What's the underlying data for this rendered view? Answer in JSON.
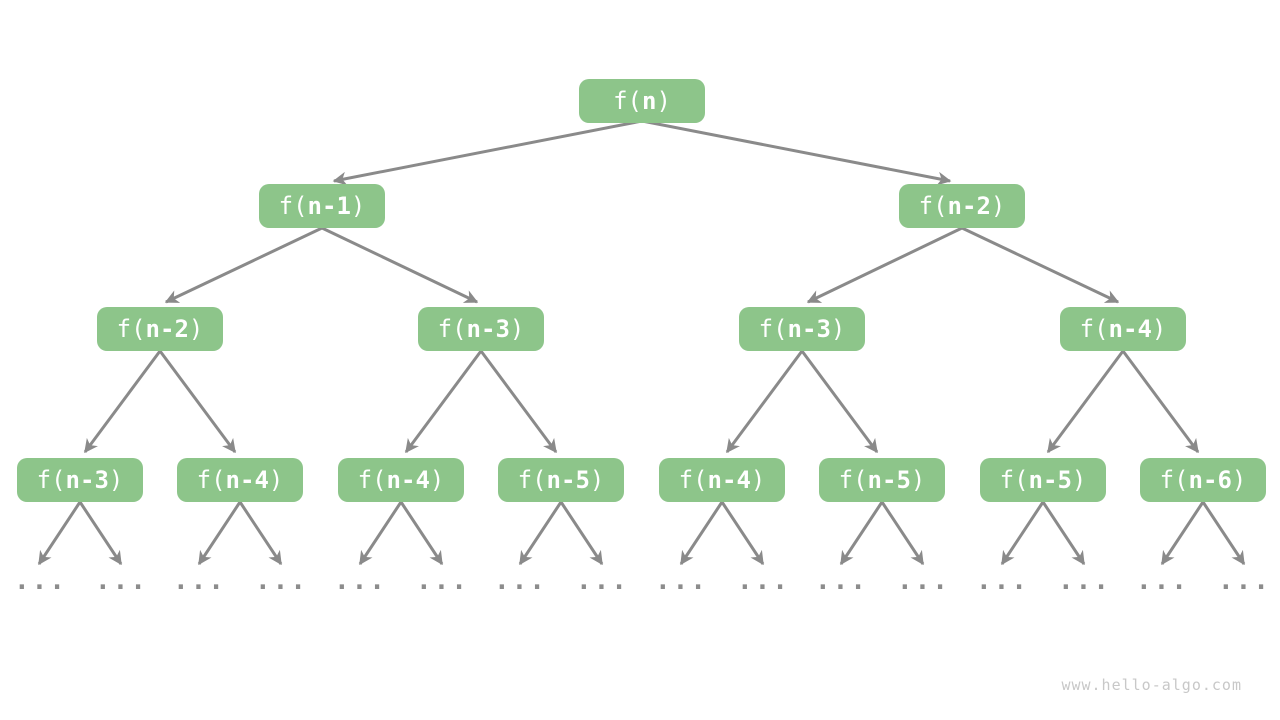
{
  "diagram": {
    "watermark": "www.hello-algo.com",
    "ellipsis": "...",
    "colors": {
      "node_fill": "#8DC58A",
      "node_text": "#FFFFFF",
      "arrow": "#8A8A8A",
      "ellipsis": "#8C8C8C",
      "watermark": "#C8C8C8",
      "background": "#FFFFFF"
    }
  },
  "nodes": [
    {
      "pre": "f(",
      "arg": "n",
      "post": ")"
    },
    {
      "pre": "f(",
      "arg": "n-1",
      "post": ")"
    },
    {
      "pre": "f(",
      "arg": "n-2",
      "post": ")"
    },
    {
      "pre": "f(",
      "arg": "n-2",
      "post": ")"
    },
    {
      "pre": "f(",
      "arg": "n-3",
      "post": ")"
    },
    {
      "pre": "f(",
      "arg": "n-3",
      "post": ")"
    },
    {
      "pre": "f(",
      "arg": "n-4",
      "post": ")"
    },
    {
      "pre": "f(",
      "arg": "n-3",
      "post": ")"
    },
    {
      "pre": "f(",
      "arg": "n-4",
      "post": ")"
    },
    {
      "pre": "f(",
      "arg": "n-4",
      "post": ")"
    },
    {
      "pre": "f(",
      "arg": "n-5",
      "post": ")"
    },
    {
      "pre": "f(",
      "arg": "n-4",
      "post": ")"
    },
    {
      "pre": "f(",
      "arg": "n-5",
      "post": ")"
    },
    {
      "pre": "f(",
      "arg": "n-5",
      "post": ")"
    },
    {
      "pre": "f(",
      "arg": "n-6",
      "post": ")"
    }
  ]
}
